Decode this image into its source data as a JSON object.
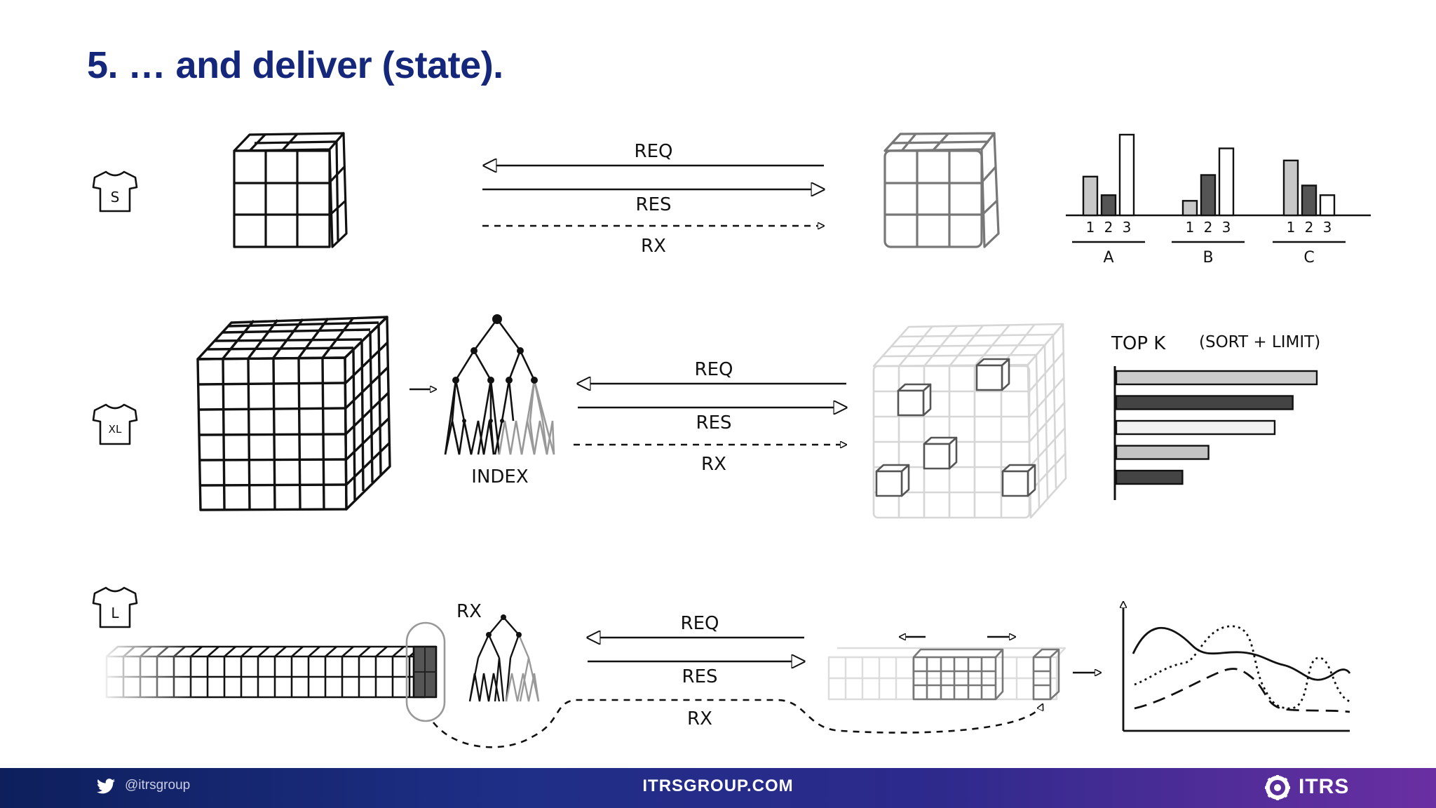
{
  "slide": {
    "title": "5. … and deliver (state)."
  },
  "rows": [
    {
      "size": "S",
      "req": "REQ",
      "res": "RES",
      "rx": "RX"
    },
    {
      "size": "XL",
      "req": "REQ",
      "res": "RES",
      "rx": "RX",
      "index_label": "INDEX",
      "chart_title": "TOP K",
      "chart_subtitle": "(SORT + LIMIT)"
    },
    {
      "size": "L",
      "req": "REQ",
      "res": "RES",
      "rx": "RX",
      "rx_tree_label": "RX"
    }
  ],
  "bar_chart": {
    "groups": [
      {
        "label": "A",
        "bars": [
          {
            "name": "1",
            "value": 0.48,
            "color": "#c8c8c8"
          },
          {
            "name": "2",
            "value": 0.25,
            "color": "#555555"
          },
          {
            "name": "3",
            "value": 1.0,
            "color": "#ffffff"
          }
        ]
      },
      {
        "label": "B",
        "bars": [
          {
            "name": "1",
            "value": 0.18,
            "color": "#c8c8c8"
          },
          {
            "name": "2",
            "value": 0.5,
            "color": "#555555"
          },
          {
            "name": "3",
            "value": 0.83,
            "color": "#ffffff"
          }
        ]
      },
      {
        "label": "C",
        "bars": [
          {
            "name": "1",
            "value": 0.68,
            "color": "#c8c8c8"
          },
          {
            "name": "2",
            "value": 0.37,
            "color": "#555555"
          },
          {
            "name": "3",
            "value": 0.25,
            "color": "#ffffff"
          }
        ]
      }
    ]
  },
  "topk_bars": [
    {
      "value": 1.0,
      "color": "#cccccc"
    },
    {
      "value": 0.88,
      "color": "#444444"
    },
    {
      "value": 0.79,
      "color": "#f2f2f2"
    },
    {
      "value": 0.46,
      "color": "#c4c4c4"
    },
    {
      "value": 0.33,
      "color": "#444444"
    }
  ],
  "footer": {
    "twitter_handle": "@itrsgroup",
    "website": "ITRSGROUP.COM",
    "brand": "ITRS",
    "colors": {
      "start": "#0e1f5c",
      "end": "#6a2fa2"
    }
  }
}
